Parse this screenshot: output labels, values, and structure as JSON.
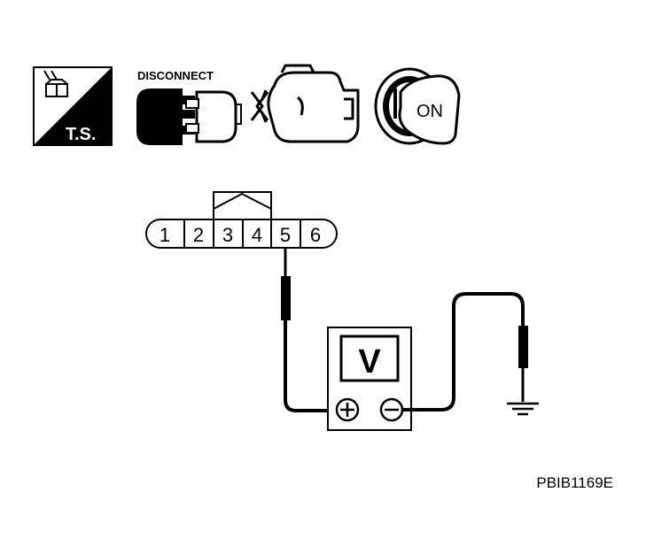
{
  "icons": {
    "ts": {
      "name": "trouble-diagnosis-icon",
      "label": "T.S."
    },
    "disconnect": {
      "name": "connector-disconnect-icon",
      "label": "DISCONNECT"
    },
    "engine": {
      "name": "engine-stopped-icon"
    },
    "ignition": {
      "name": "ignition-key-on-icon",
      "label": "ON"
    }
  },
  "connector": {
    "pins": [
      "1",
      "2",
      "3",
      "4",
      "5",
      "6"
    ],
    "probe_pin": "5"
  },
  "meter": {
    "symbol": "V",
    "positive": "+",
    "negative": "−"
  },
  "ground": {
    "name": "ground-symbol"
  },
  "figure_code": "PBIB1169E",
  "colors": {
    "ink": "#000000",
    "paper": "#ffffff"
  }
}
